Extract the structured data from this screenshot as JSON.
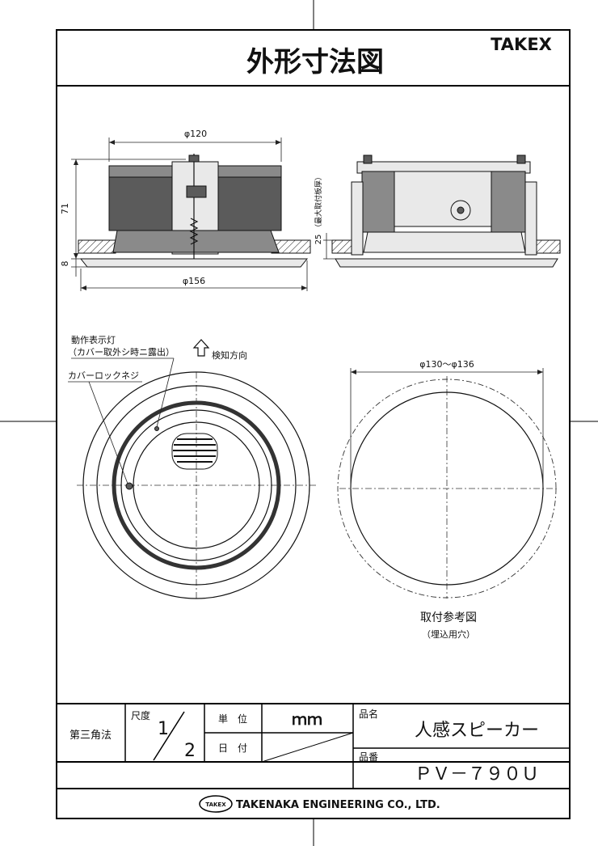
{
  "header": {
    "title": "外形寸法図",
    "brand": "TAKEX"
  },
  "side_view": {
    "dim_width_top": "φ120",
    "dim_width_bottom": "φ156",
    "dim_height": "71",
    "dim_flange": "8"
  },
  "side_view_right": {
    "dim_ceiling": "25",
    "dim_ceiling_note": "（最大取付板厚）"
  },
  "front_view": {
    "indicator_label_line1": "動作表示灯",
    "indicator_label_line2": "（カバー取外シ時ニ露出）",
    "cover_screw_label": "カバーロックネジ",
    "detect_direction_label": "検知方向"
  },
  "mounting_view": {
    "dim_hole": "φ130～φ136",
    "caption": "取付参考図",
    "subcaption": "（埋込用穴）"
  },
  "title_block": {
    "projection": "第三角法",
    "scale_label": "尺度",
    "scale_numerator": "1",
    "scale_denominator": "2",
    "unit_label": "単　位",
    "unit_value": "ｍｍ",
    "date_label": "日　付",
    "product_name_label": "品名",
    "product_name": "人感スピーカー",
    "part_number_label": "品番",
    "part_number": "ＰＶ－７９０Ｕ",
    "company_logo": "TAKEX",
    "company_name": "TAKENAKA ENGINEERING CO., LTD."
  }
}
